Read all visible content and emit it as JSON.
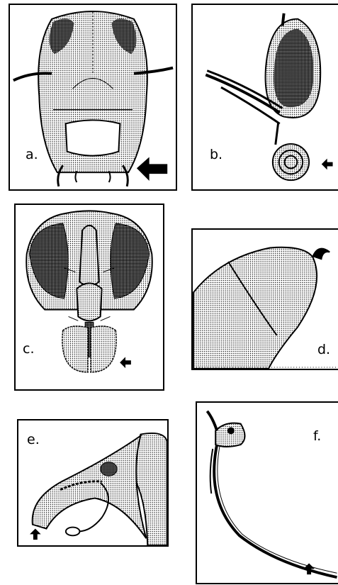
{
  "panels": {
    "a": {
      "label": "a."
    },
    "b": {
      "label": "b."
    },
    "c": {
      "label": "c."
    },
    "d": {
      "label": "d."
    },
    "e": {
      "label": "e."
    },
    "f": {
      "label": "f."
    }
  },
  "colors": {
    "ink": "#000000",
    "paper": "#ffffff"
  },
  "icons": [
    "arrow-left-icon",
    "arrow-up-icon"
  ]
}
